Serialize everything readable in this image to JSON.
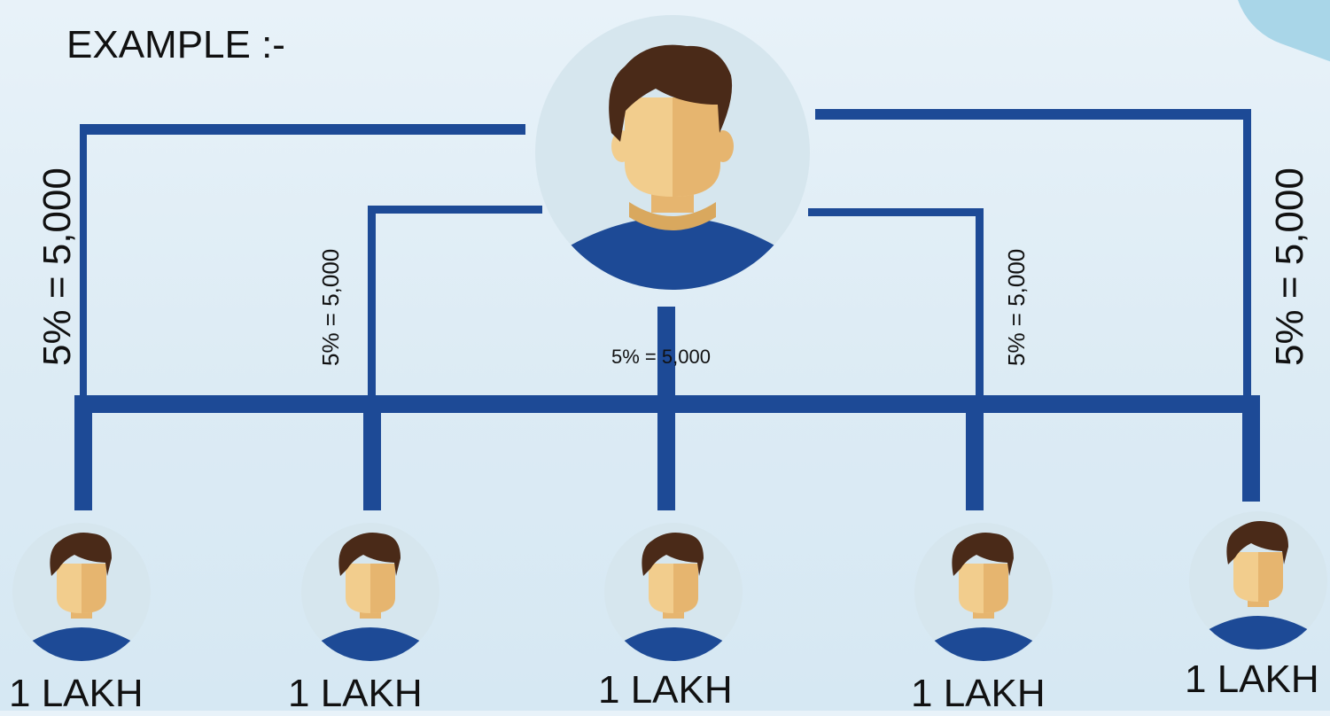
{
  "title": "EXAMPLE :-",
  "colors": {
    "line": "#1d4a96",
    "shirt": "#1d4a96",
    "hair": "#4a2a18",
    "skin": "#f2cd8d",
    "skin_shade": "#e6b56f",
    "circle": "#d6e6ee"
  },
  "icons": {
    "person": "person-avatar-icon"
  },
  "commissions": {
    "outer_left": "5% = 5,000",
    "inner_left": "5% = 5,000",
    "center": "5% = 5,000",
    "inner_right": "5% = 5,000",
    "outer_right": "5% = 5,000"
  },
  "members": [
    {
      "amount": "1 LAKH"
    },
    {
      "amount": "1 LAKH"
    },
    {
      "amount": "1 LAKH"
    },
    {
      "amount": "1 LAKH"
    },
    {
      "amount": "1 LAKH"
    }
  ]
}
